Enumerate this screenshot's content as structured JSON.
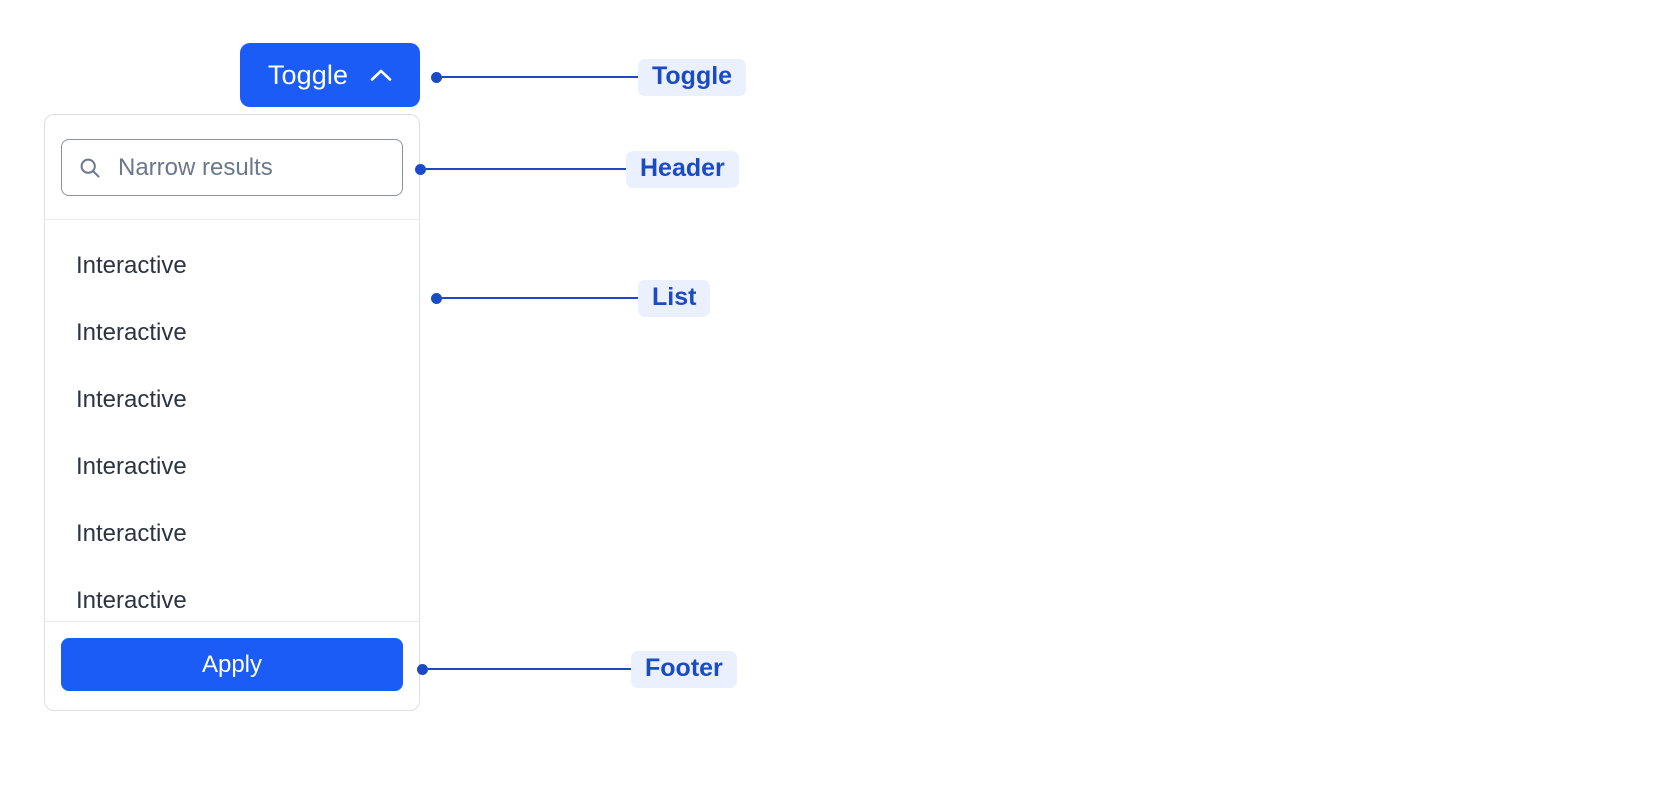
{
  "toggle": {
    "label": "Toggle",
    "icon": "chevron-up-icon",
    "background": "#1a5cf5",
    "text_color": "#ffffff"
  },
  "panel": {
    "header": {
      "search": {
        "icon": "search-icon",
        "placeholder": "Narrow results",
        "value": ""
      }
    },
    "list": {
      "items": [
        {
          "label": "Interactive"
        },
        {
          "label": "Interactive"
        },
        {
          "label": "Interactive"
        },
        {
          "label": "Interactive"
        },
        {
          "label": "Interactive"
        },
        {
          "label": "Interactive"
        }
      ]
    },
    "footer": {
      "apply_label": "Apply",
      "apply_background": "#1a5cf5",
      "apply_text_color": "#ffffff"
    },
    "border_color": "#dcdfe4",
    "divider_color": "#ebecf0"
  },
  "annotations": {
    "accent_color": "#1b4bc4",
    "badge_background": "#eaf0fd",
    "items": [
      {
        "label": "Toggle"
      },
      {
        "label": "Header"
      },
      {
        "label": "List"
      },
      {
        "label": "Footer"
      }
    ]
  }
}
